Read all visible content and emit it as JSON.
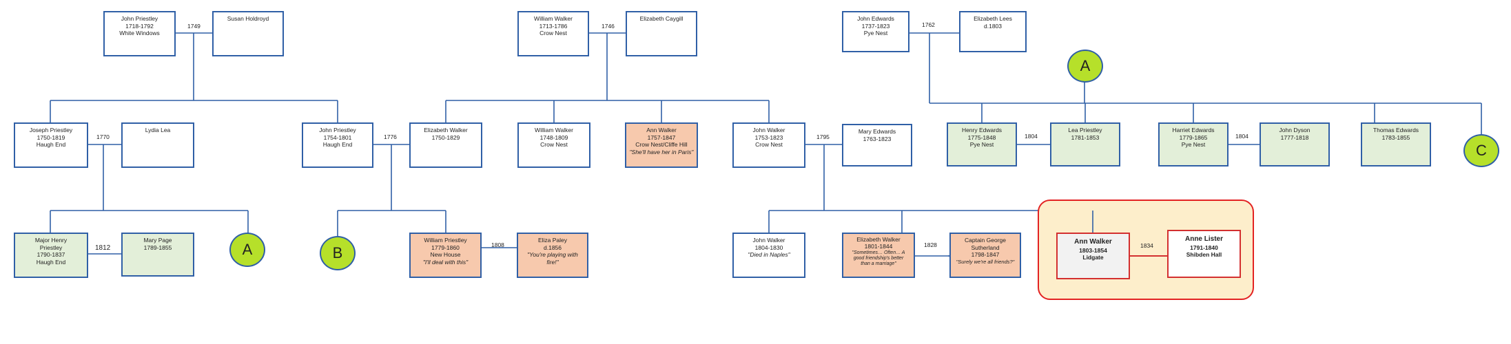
{
  "colors": {
    "line": "#2f5fa6",
    "green": "#e3efd9",
    "peach": "#f7c9ad",
    "marker": "#b6e02a",
    "red": "#d32f2f",
    "highlight": "#fdeecb"
  },
  "people": {
    "john_priestley_1718": {
      "name": "John Priestley",
      "dates": "1718-1792",
      "place": "White Windows"
    },
    "susan_holdroyd": {
      "name": "Susan Holdroyd"
    },
    "william_walker_1713": {
      "name": "William Walker",
      "dates": "1713-1786",
      "place": "Crow Nest"
    },
    "elizabeth_caygill": {
      "name": "Elizabeth Caygill"
    },
    "john_edwards": {
      "name": "John Edwards",
      "dates": "1737-1823",
      "place": "Pye Nest"
    },
    "elizabeth_lees": {
      "name": "Elizabeth Lees",
      "dates": "d.1803"
    },
    "joseph_priestley": {
      "name": "Joseph Priestley",
      "dates": "1750-1819",
      "place": "Haugh End"
    },
    "lydia_lea": {
      "name": "Lydia Lea"
    },
    "john_priestley_1754": {
      "name": "John Priestley",
      "dates": "1754-1801",
      "place": "Haugh End"
    },
    "elizabeth_walker_1750": {
      "name": "Elizabeth Walker",
      "dates": "1750-1829"
    },
    "william_walker_1748": {
      "name": "William Walker",
      "dates": "1748-1809",
      "place": "Crow Nest"
    },
    "ann_walker_1757": {
      "name": "Ann Walker",
      "dates": "1757-1847",
      "place": "Crow Nest/Cliffe Hill",
      "quote": "\"She'll have her in Paris\""
    },
    "john_walker_1753": {
      "name": "John Walker",
      "dates": "1753-1823",
      "place": "Crow Nest"
    },
    "mary_edwards": {
      "name": "Mary Edwards",
      "dates": "1763-1823"
    },
    "henry_edwards": {
      "name": "Henry Edwards",
      "dates": "1775-1848",
      "place": "Pye Nest"
    },
    "lea_priestley": {
      "name": "Lea Priestley",
      "dates": "1781-1853"
    },
    "harriet_edwards": {
      "name": "Harriet Edwards",
      "dates": "1779-1865",
      "place": "Pye Nest"
    },
    "john_dyson": {
      "name": "John Dyson",
      "dates": "1777-1818"
    },
    "thomas_edwards": {
      "name": "Thomas Edwards",
      "dates": "1783-1855"
    },
    "major_henry_priestley": {
      "name1": "Major Henry",
      "name2": "Priestley",
      "dates": "1790-1837",
      "place": "Haugh End"
    },
    "mary_page": {
      "name": "Mary Page",
      "dates": "1789-1855"
    },
    "william_priestley": {
      "name": "William Priestley",
      "dates": "1779-1860",
      "place": "New House",
      "quote": "\"I'll deal with this\""
    },
    "eliza_paley": {
      "name": "Eliza Paley",
      "dates": "d.1856",
      "quote1": "\"You're playing with",
      "quote2": "fire!\""
    },
    "john_walker_1804": {
      "name": "John Walker",
      "dates": "1804-1830",
      "quote": "\"Died in Naples\""
    },
    "elizabeth_walker_1801": {
      "name": "Elizabeth Walker",
      "dates": "1801-1844",
      "quote1": "\"Sometimes… Often… A",
      "quote2": "good friendship's better",
      "quote3": "than a marriage\""
    },
    "captain_george": {
      "name1": "Captain George",
      "name2": "Sutherland",
      "dates": "1798-1847",
      "quote": "\"Surely we're all friends?\""
    },
    "ann_walker_1803": {
      "name": "Ann Walker",
      "dates": "1803-1854",
      "place": "Lidgate"
    },
    "anne_lister": {
      "name": "Anne Lister",
      "dates": "1791-1840",
      "place": "Shibden Hall"
    }
  },
  "marriage_years": {
    "m1749": "1749",
    "m1746": "1746",
    "m1762": "1762",
    "m1770": "1770",
    "m1776": "1776",
    "m1795": "1795",
    "m1804a": "1804",
    "m1804b": "1804",
    "m1812": "1812",
    "m1808": "1808",
    "m1828": "1828",
    "m1834": "1834"
  },
  "markers": {
    "a1": "A",
    "a2": "A",
    "b": "B",
    "c": "C"
  }
}
